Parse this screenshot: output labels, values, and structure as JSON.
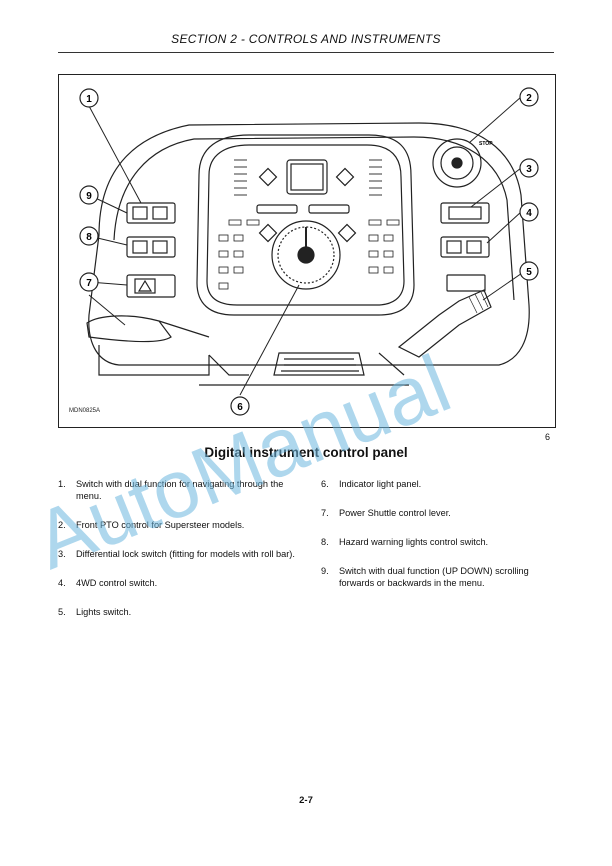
{
  "header": {
    "title": "SECTION 2 - CONTROLS AND INSTRUMENTS"
  },
  "figure": {
    "code": "MDN0825A",
    "number": "6",
    "callouts": [
      "1",
      "2",
      "3",
      "4",
      "5",
      "6",
      "7",
      "8",
      "9"
    ],
    "stop_label": "STOP"
  },
  "caption": "Digital instrument control panel",
  "items_left": [
    {
      "num": "1.",
      "text": "Switch with dual function for navigating through the menu."
    },
    {
      "num": "2.",
      "text": "Front PTO control for Supersteer models."
    },
    {
      "num": "3.",
      "text": "Differential lock switch (fitting for models with roll bar)."
    },
    {
      "num": "4.",
      "text": "4WD control switch."
    },
    {
      "num": "5.",
      "text": "Lights switch."
    }
  ],
  "items_right": [
    {
      "num": "6.",
      "text": "Indicator light panel."
    },
    {
      "num": "7.",
      "text": "Power Shuttle control lever."
    },
    {
      "num": "8.",
      "text": "Hazard warning lights control switch."
    },
    {
      "num": "9.",
      "text": "Switch with dual function (UP DOWN) scrolling forwards or backwards in the menu."
    }
  ],
  "page_number": "2-7",
  "watermark": "AutoManual",
  "colors": {
    "watermark": "#6cb8e0"
  }
}
